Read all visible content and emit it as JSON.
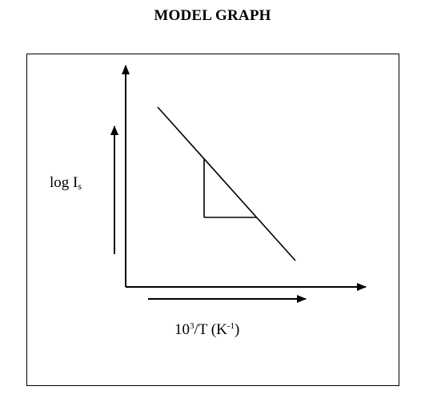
{
  "title": "MODEL GRAPH",
  "y_axis": {
    "label_main": "log I",
    "label_subscript": "s"
  },
  "x_axis": {
    "label_base": "10",
    "label_exp": "3",
    "label_mid": "/T (K",
    "label_unit_exp": "-1",
    "label_end": ")"
  }
}
